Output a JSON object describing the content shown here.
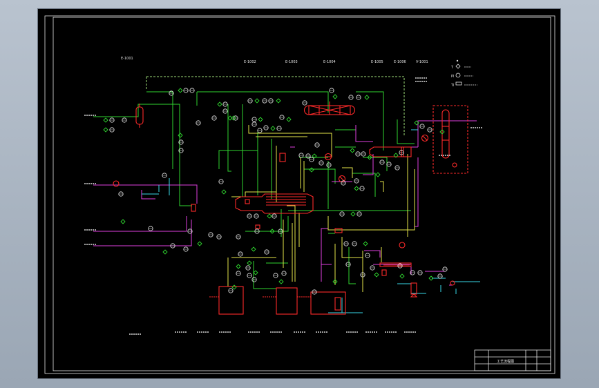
{
  "drawing": {
    "title_block_text": "工艺流程图",
    "scribbles_top": [
      "E-1001",
      "E-1002",
      "E-1003",
      "E-1004",
      "E-1005",
      "E-1006",
      "V-1001"
    ],
    "legend": [
      "T",
      "PI",
      "TI"
    ]
  },
  "colors": {
    "background": "#000000",
    "frame": "#e6e6e6",
    "green_line": "#2fd62f",
    "magenta_line": "#e040e0",
    "yellow_line": "#e6e64a",
    "cyan_line": "#38d7e8",
    "red_equipment": "#ff2a2a"
  }
}
